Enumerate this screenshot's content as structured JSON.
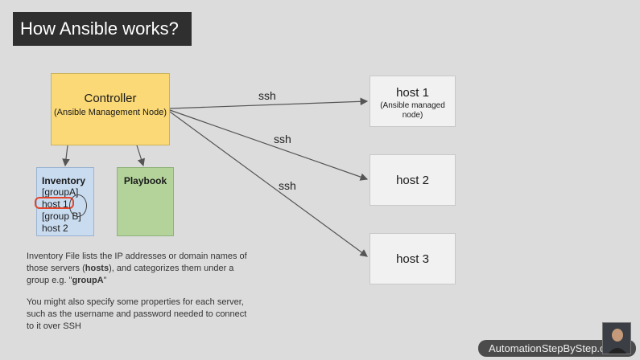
{
  "slide": {
    "title": "How Ansible works?"
  },
  "controller": {
    "title": "Controller",
    "subtitle": "(Ansible Management Node)"
  },
  "hosts": [
    {
      "name": "host 1",
      "subtitle": "(Ansible managed node)"
    },
    {
      "name": "host 2"
    },
    {
      "name": "host 3"
    }
  ],
  "edges": {
    "ssh1": "ssh",
    "ssh2": "ssh",
    "ssh3": "ssh"
  },
  "inventory": {
    "title": "Inventory",
    "lines": [
      "[groupA]",
      "host 1",
      "[group B]",
      "host 2"
    ]
  },
  "playbook": {
    "title": "Playbook"
  },
  "description": {
    "para1_a": "Inventory File lists the IP addresses or domain names of those servers (",
    "para1_hosts": "hosts",
    "para1_b": "), and categorizes them under a group e.g.  \"",
    "para1_group": "groupA",
    "para1_c": "\"",
    "para2": "You might also specify some properties for each server, such as the username and password needed to connect to it over SSH"
  },
  "watermark": {
    "text": "AutomationStepByStep.com"
  },
  "colors": {
    "title_bg": "#2f2f2f",
    "controller": "#fbd976",
    "inventory": "#c9dbef",
    "playbook": "#b3d39b",
    "host": "#f1f1f1",
    "highlight": "#e2452c"
  }
}
